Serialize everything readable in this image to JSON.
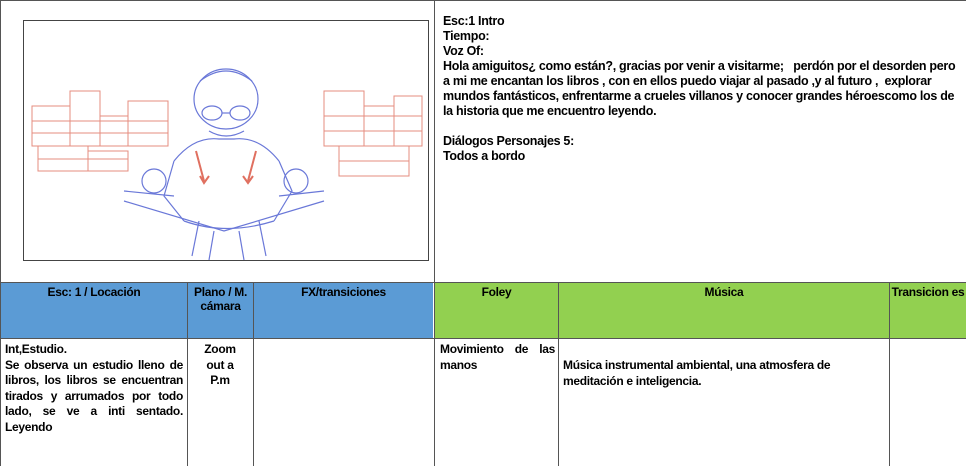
{
  "scene": {
    "title": "Esc:1 Intro",
    "time_label": "Tiempo:",
    "voiceover_label": "Voz Of:",
    "voiceover_text": "Hola amiguitos¿ como están?, gracias por venir a visitarme;   perdón por el desorden pero a mi me encantan los libros , con en ellos puedo viajar al pasado ,y al futuro ,  explorar mundos fantásticos, enfrentarme a crueles villanos y conocer grandes héroescomo los de la historia que me encuentro leyendo.",
    "dialogues_label": "Diálogos Personajes 5:",
    "dialogues_text": "Todos a bordo"
  },
  "table": {
    "headers": [
      "Esc:  1    / Locación",
      "Plano / M. cámara",
      "FX/transiciones",
      "Foley",
      "Música",
      "Transicion es"
    ],
    "row": {
      "location": "Int,Estudio.\nSe observa un estudio lleno de libros, los libros se encuentran tirados y arrumados por todo lado, se ve a inti sentado. Leyendo",
      "plano": "Zoom out a P.m",
      "fx": "",
      "foley": "Movimiento de las manos",
      "musica": "Música instrumental ambiental, una atmosfera de meditación e inteligencia.",
      "transiciones": ""
    }
  },
  "colors": {
    "header_blue": "#5b9bd5",
    "header_green": "#92d050",
    "sketch_red": "#e07060",
    "sketch_blue": "#6a78d8"
  }
}
